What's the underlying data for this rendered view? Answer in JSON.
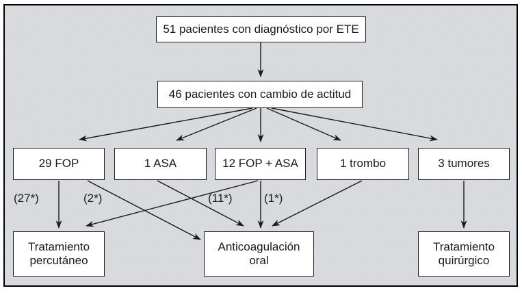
{
  "figure": {
    "type": "flowchart",
    "background_color": "#d6d8db",
    "box_fill": "#ffffff",
    "line_color": "#1a1a1a"
  },
  "nodes": {
    "ete": {
      "label": "51 pacientes con diagnóstico por ETE"
    },
    "cambio": {
      "label": "46 pacientes con cambio de actitud"
    },
    "fop": {
      "label": "29 FOP"
    },
    "asa": {
      "label": "1 ASA"
    },
    "fop_asa": {
      "label": "12 FOP + ASA"
    },
    "trombo": {
      "label": "1 trombo"
    },
    "tumores": {
      "label": "3 tumores"
    },
    "percutaneo": {
      "label": "Tratamiento percutáneo"
    },
    "anticoag": {
      "label": "Anticoagulación oral"
    },
    "quirurgico": {
      "label": "Tratamiento quirúrgico"
    }
  },
  "edge_labels": {
    "fop_to_percutaneo": "(27*)",
    "fop_to_anticoag": "(2*)",
    "fopasa_to_percutaneo": "(11*)",
    "fopasa_to_anticoag": "(1*)"
  },
  "edges": [
    {
      "from": "ete",
      "to": "cambio",
      "label": ""
    },
    {
      "from": "cambio",
      "to": "fop",
      "label": ""
    },
    {
      "from": "cambio",
      "to": "asa",
      "label": ""
    },
    {
      "from": "cambio",
      "to": "fop_asa",
      "label": ""
    },
    {
      "from": "cambio",
      "to": "trombo",
      "label": ""
    },
    {
      "from": "cambio",
      "to": "tumores",
      "label": ""
    },
    {
      "from": "fop",
      "to": "percutaneo",
      "label": "(27*)"
    },
    {
      "from": "fop",
      "to": "anticoag",
      "label": "(2*)"
    },
    {
      "from": "asa",
      "to": "anticoag",
      "label": ""
    },
    {
      "from": "fop_asa",
      "to": "percutaneo",
      "label": "(11*)"
    },
    {
      "from": "fop_asa",
      "to": "anticoag",
      "label": "(1*)"
    },
    {
      "from": "trombo",
      "to": "anticoag",
      "label": ""
    },
    {
      "from": "tumores",
      "to": "quirurgico",
      "label": ""
    }
  ]
}
